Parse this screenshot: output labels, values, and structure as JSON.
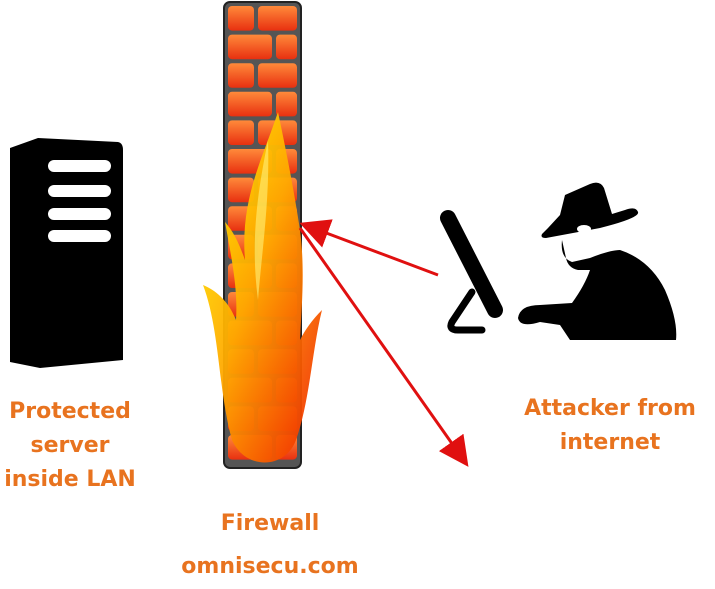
{
  "diagram": {
    "title": "Firewall",
    "source": "omnisecu.com",
    "nodes": [
      {
        "id": "server",
        "label_lines": [
          "Protected",
          "server",
          "inside LAN"
        ],
        "icon": "server-tower-icon"
      },
      {
        "id": "firewall",
        "label": "Firewall",
        "icon": "brick-wall-with-fire-icon"
      },
      {
        "id": "attacker",
        "label_lines": [
          "Attacker from",
          "internet"
        ],
        "icon": "hacker-at-computer-icon"
      }
    ],
    "edges": [
      {
        "from": "attacker",
        "to": "firewall",
        "style": "red-arrow",
        "meaning": "attack attempt"
      },
      {
        "from": "firewall",
        "to": "attacker",
        "style": "red-arrow",
        "meaning": "blocked / deflected"
      }
    ],
    "colors": {
      "label": "#e8731f",
      "arrow": "#e01010",
      "brick": "#f0501a",
      "mortar": "#555555",
      "icon": "#000000"
    }
  },
  "labels": {
    "server_1": "Protected",
    "server_2": "server",
    "server_3": "inside LAN",
    "attacker_1": "Attacker from",
    "attacker_2": "internet",
    "firewall": "Firewall",
    "site": "omnisecu.com"
  }
}
